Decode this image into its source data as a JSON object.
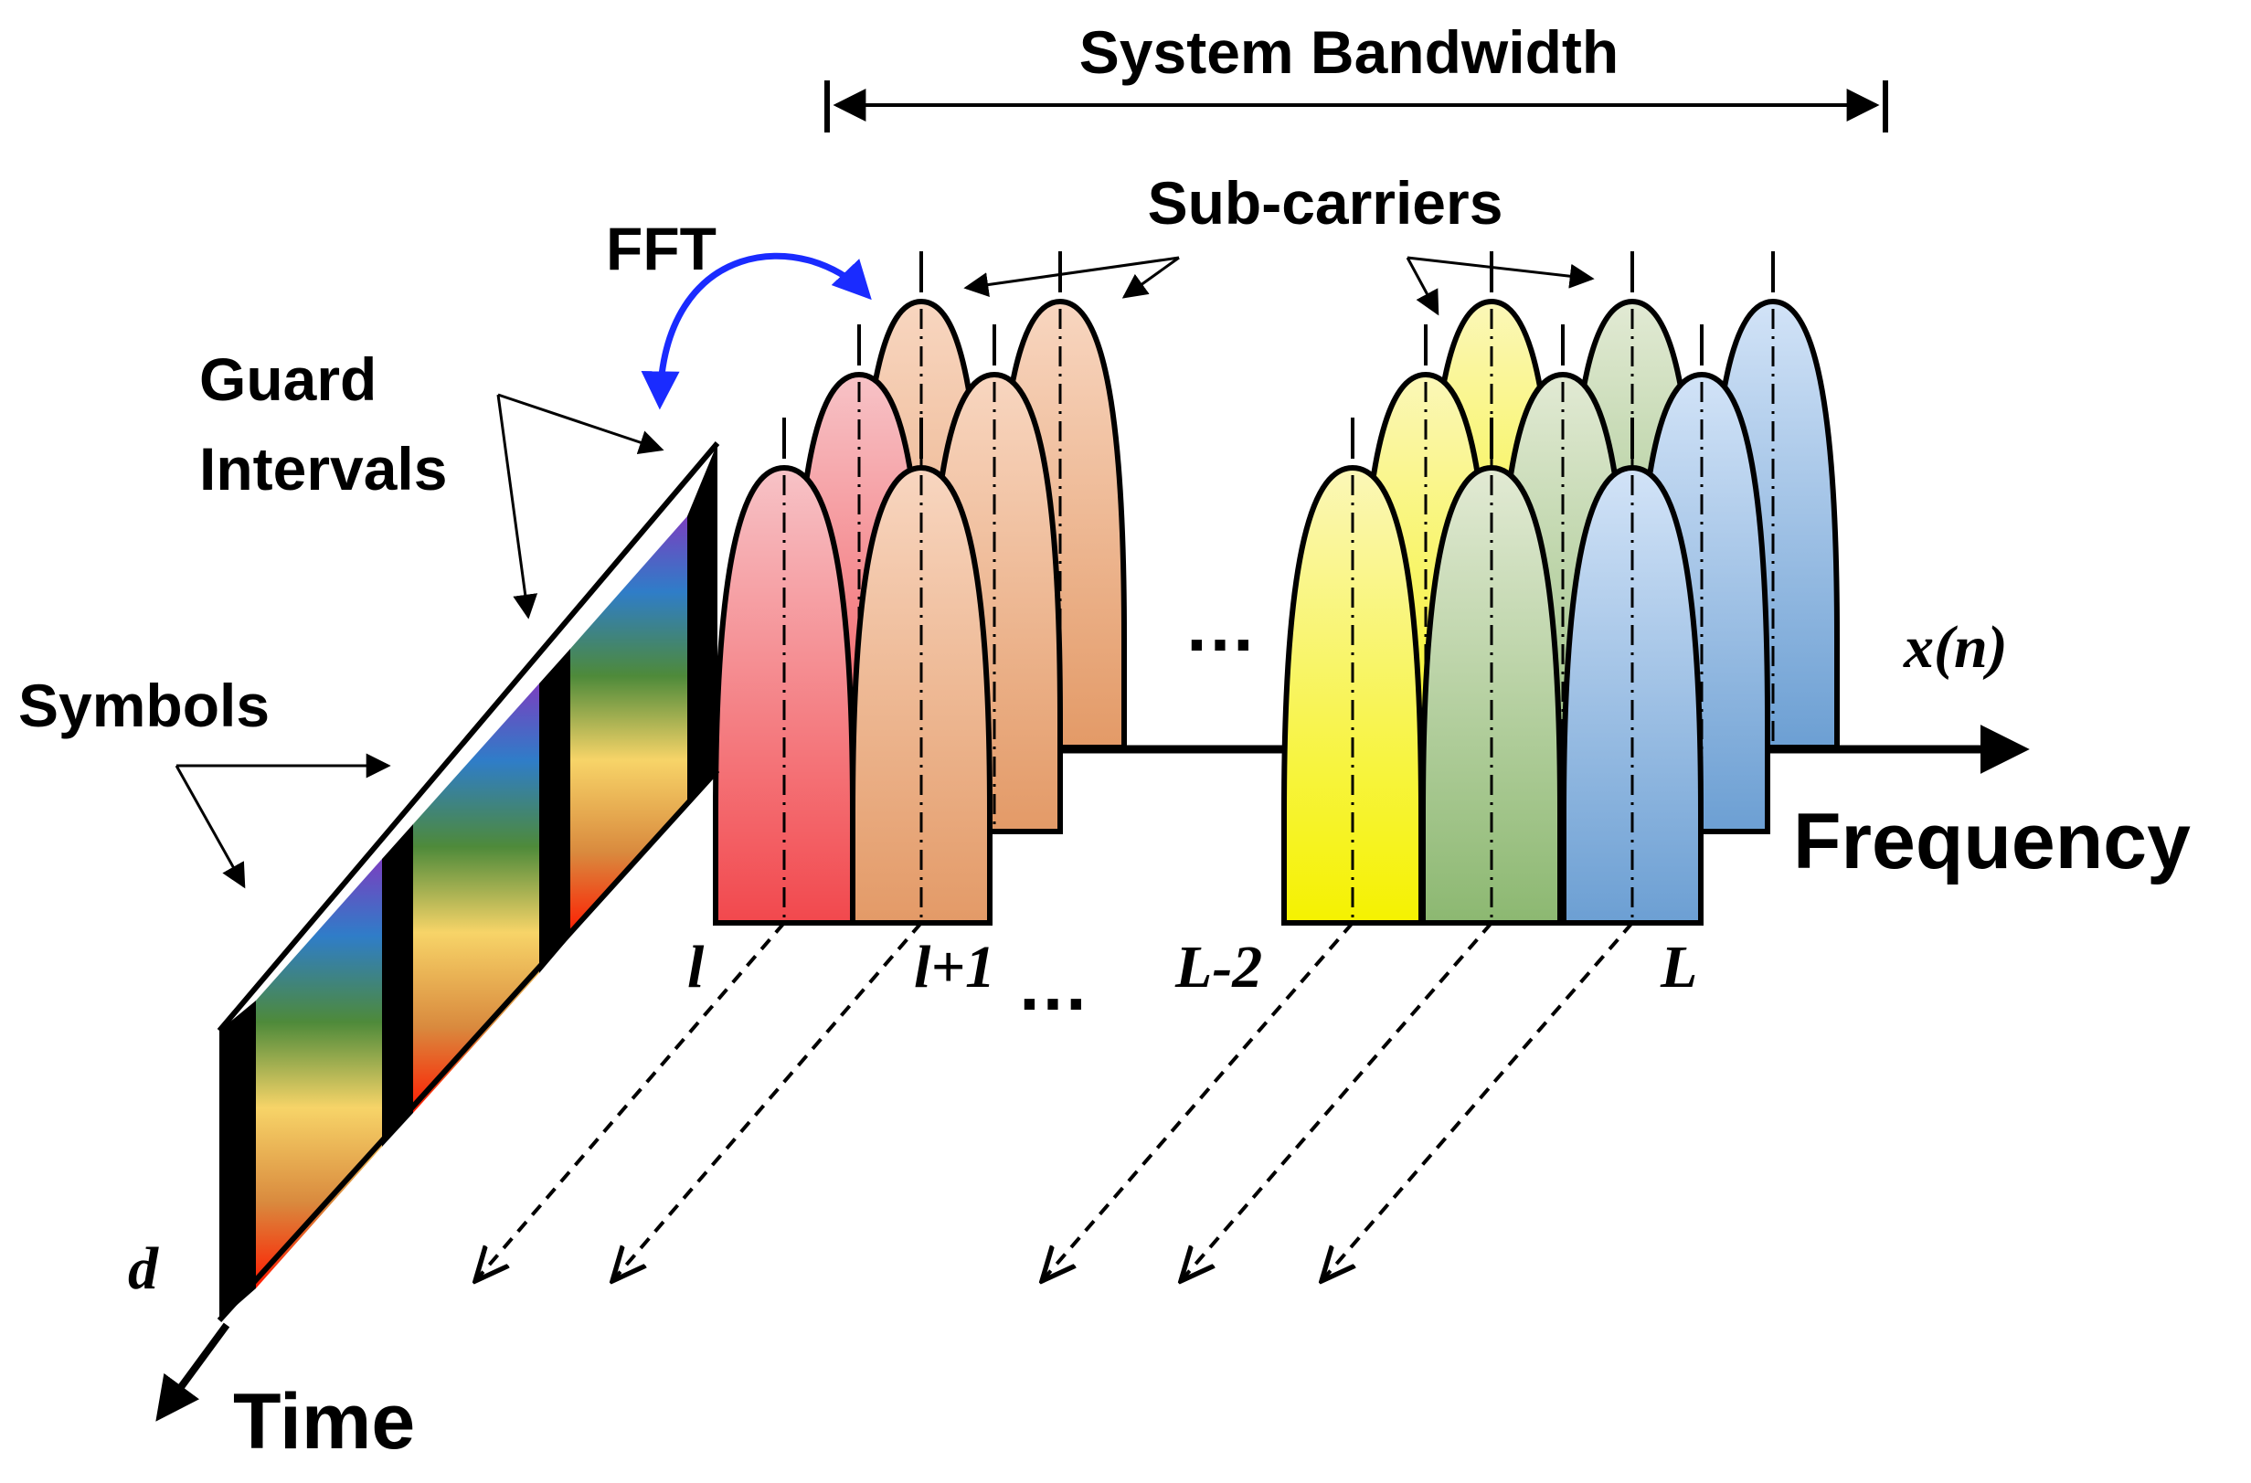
{
  "labels": {
    "system_bandwidth": "System Bandwidth",
    "sub_carriers": "Sub-carriers",
    "fft": "FFT",
    "guard_intervals_line1": "Guard",
    "guard_intervals_line2": "Intervals",
    "symbols": "Symbols",
    "frequency": "Frequency",
    "time": "Time",
    "signal": "x(n)",
    "depth": "d",
    "index_l": "l",
    "index_l_plus_1": "l+1",
    "index_L_minus_2": "L-2",
    "index_L": "L",
    "ellipsis_middle": "…",
    "ellipsis_bottom": "…"
  },
  "colors": {
    "fft_arrow": "#1a2bff",
    "axis": "#000000",
    "red": [
      "#f7c3c7",
      "#f2484d"
    ],
    "orange": [
      "#f8d6c0",
      "#e39a67"
    ],
    "yellow": [
      "#fbf7b8",
      "#f5f200"
    ],
    "green": [
      "#e2ead4",
      "#8cb871"
    ],
    "blue": [
      "#d2e3f7",
      "#6c9fd3"
    ]
  }
}
